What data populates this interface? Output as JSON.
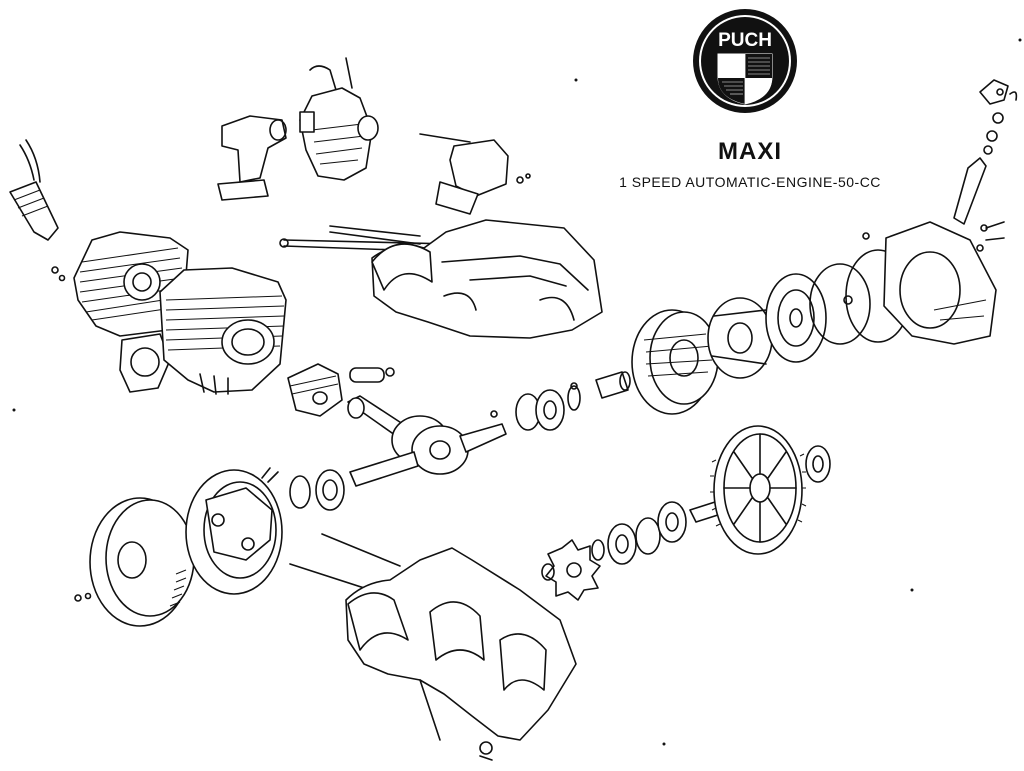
{
  "brand": {
    "logo_text": "PUCH"
  },
  "title_block": {
    "model": "MAXI",
    "subtitle": "1 SPEED  AUTOMATIC-ENGINE-50-CC"
  },
  "colors": {
    "ink": "#111111",
    "paper": "#ffffff"
  }
}
